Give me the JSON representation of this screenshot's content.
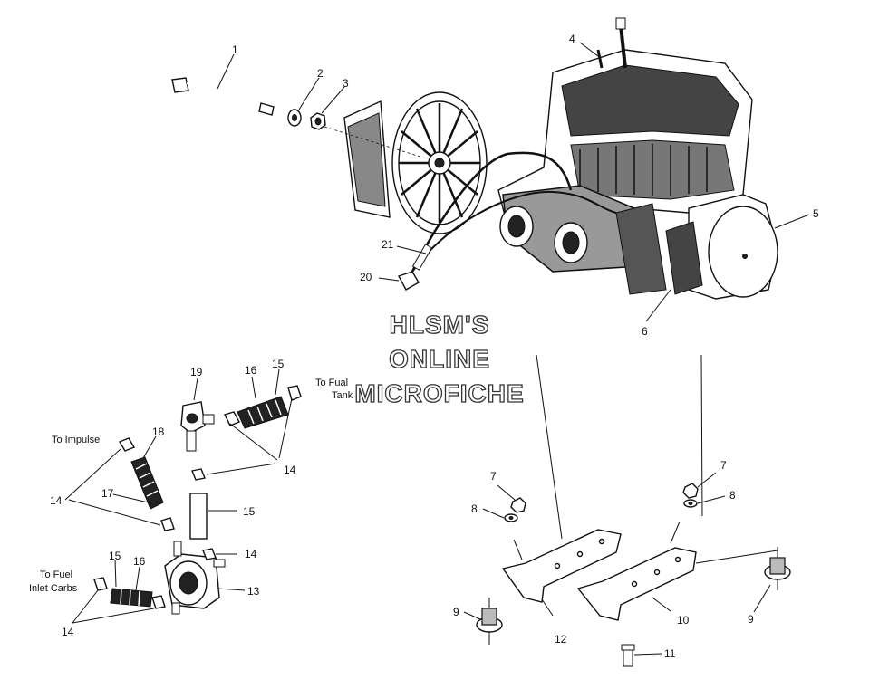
{
  "watermark": {
    "line1": "HLSM'S",
    "line2": "ONLINE",
    "line3": "MICROFICHE"
  },
  "callouts": {
    "c1": "1",
    "c2": "2",
    "c3": "3",
    "c4": "4",
    "c5": "5",
    "c6": "6",
    "c7a": "7",
    "c7b": "7",
    "c8a": "8",
    "c8b": "8",
    "c9a": "9",
    "c9b": "9",
    "c10": "10",
    "c11": "11",
    "c12": "12",
    "c13": "13",
    "c14a": "14",
    "c14b": "14",
    "c14c": "14",
    "c14d": "14",
    "c15a": "15",
    "c15b": "15",
    "c15c": "15",
    "c16a": "16",
    "c16b": "16",
    "c17": "17",
    "c18": "18",
    "c19": "19",
    "c20": "20",
    "c21": "21"
  },
  "notes": {
    "to_fuel_tank_1": "To Fual",
    "to_fuel_tank_2": "Tank",
    "to_impulse": "To Impulse",
    "to_fuel_inlet_1": "To Fuel",
    "to_fuel_inlet_2": "Inlet Carbs"
  }
}
